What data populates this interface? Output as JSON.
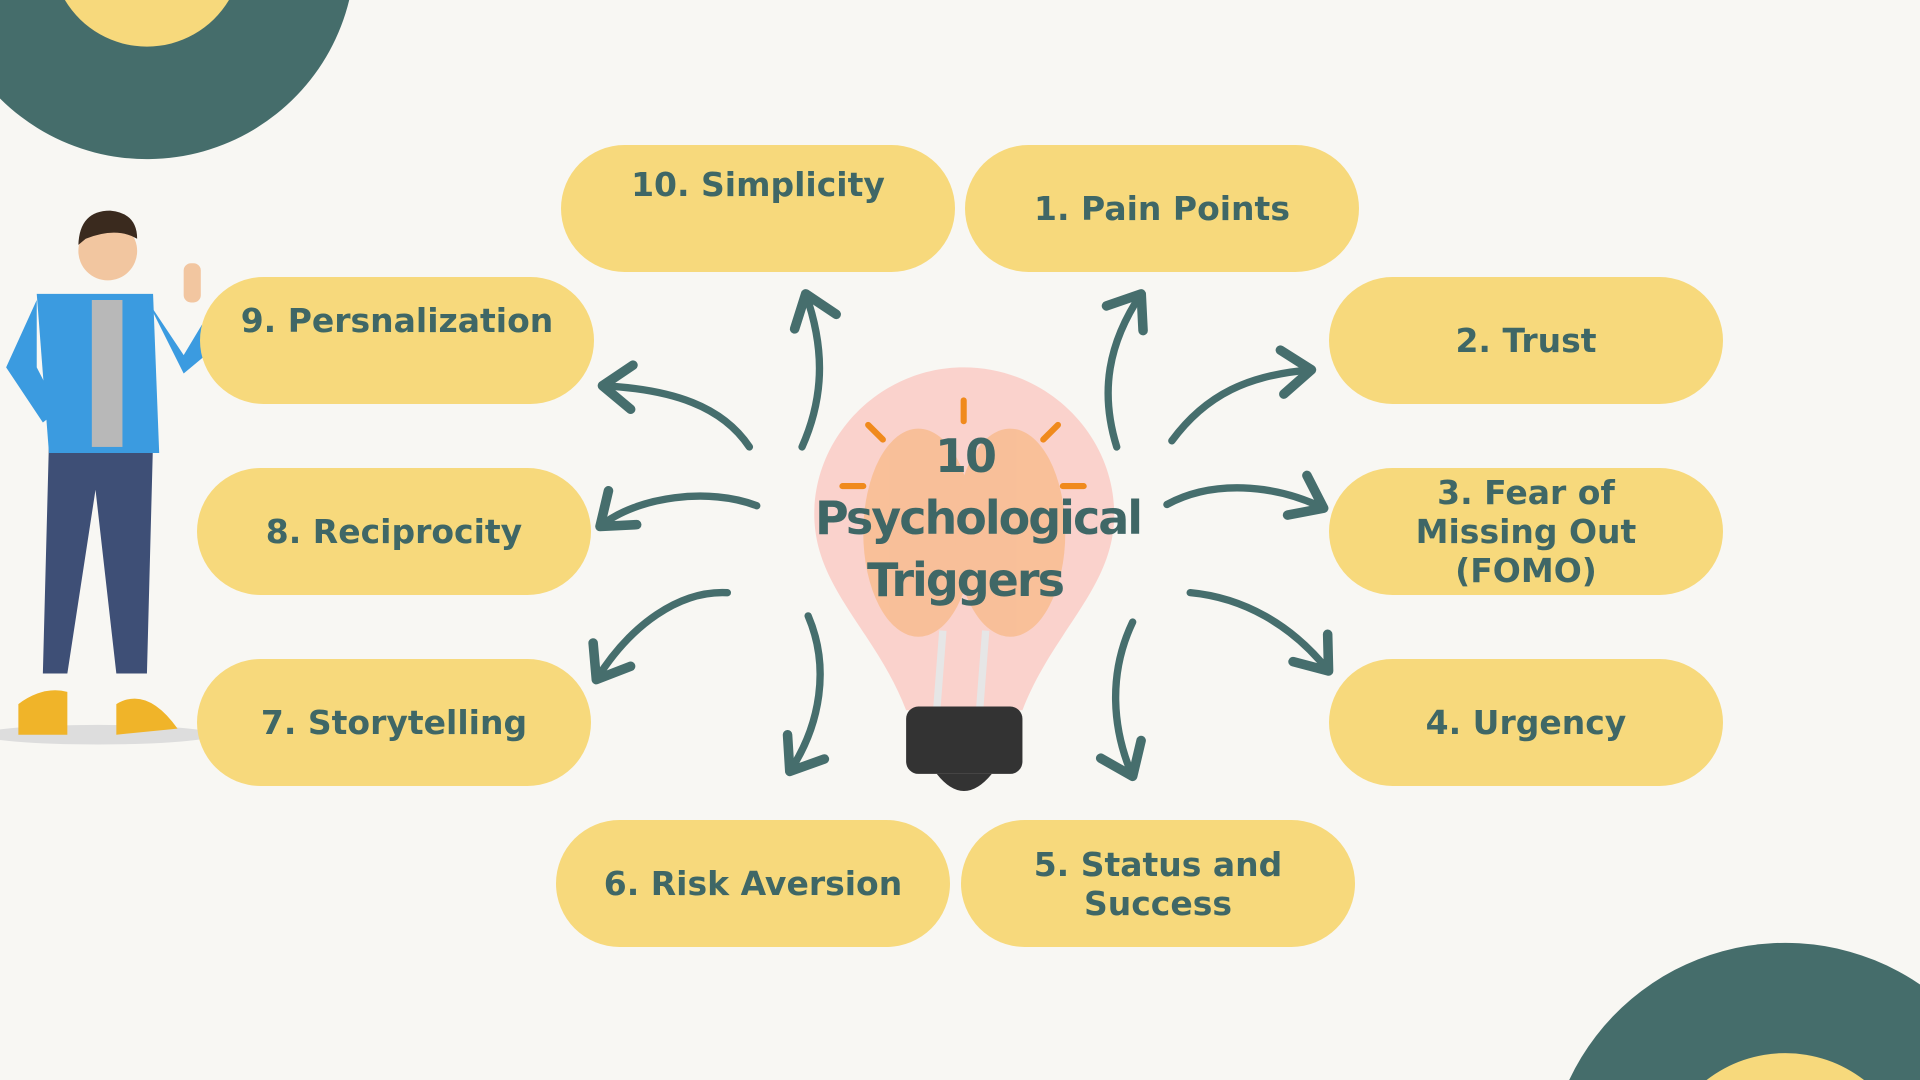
{
  "title": {
    "line1": "10",
    "line2": "Psychological",
    "line3": "Triggers"
  },
  "triggers": [
    {
      "label": "1. Pain Points"
    },
    {
      "label": "2. Trust"
    },
    {
      "label": "3. Fear of Missing Out (FOMO)"
    },
    {
      "label": "4. Urgency"
    },
    {
      "label": "5. Status and Success"
    },
    {
      "label": "6. Risk Aversion"
    },
    {
      "label": "7. Storytelling"
    },
    {
      "label": "8. Reciprocity"
    },
    {
      "label": "9. Persnalization"
    },
    {
      "label": "10. Simplicity"
    }
  ],
  "colors": {
    "pill": "#F7D97C",
    "text": "#3F6766",
    "arrow": "#466E6D",
    "bulb": "#FAD2CC",
    "accent": "#F08A1C"
  }
}
